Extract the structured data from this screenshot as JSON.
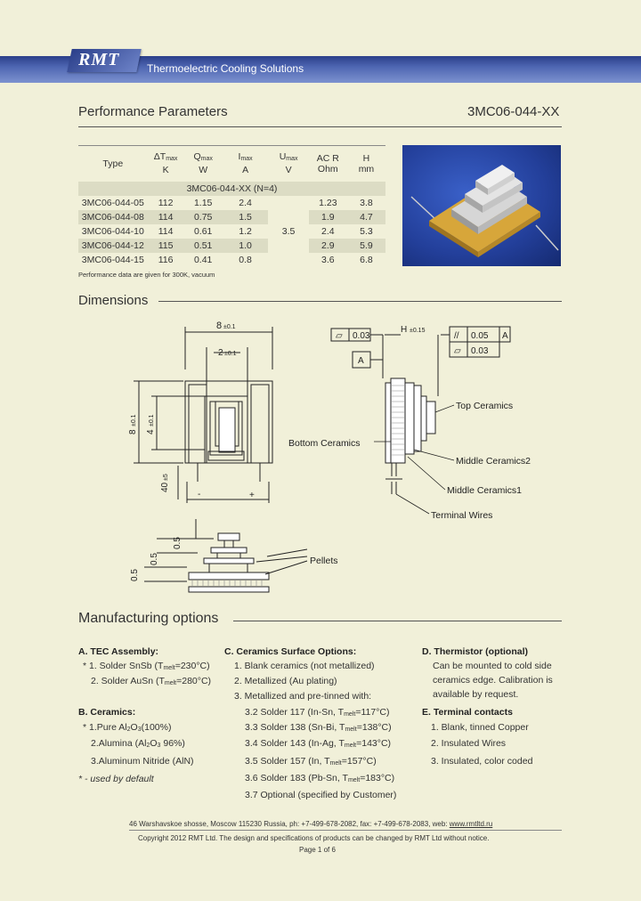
{
  "header": {
    "logo": "RMT",
    "tagline": "Thermoelectric Cooling Solutions"
  },
  "performance": {
    "title": "Performance Parameters",
    "model": "3MC06-044-XX",
    "columns": [
      {
        "top": "Type",
        "bottom": ""
      },
      {
        "top": "ΔT",
        "sub": "max",
        "bottom": "K"
      },
      {
        "top": "Q",
        "sub": "max",
        "bottom": "W"
      },
      {
        "top": "I",
        "sub": "max",
        "bottom": "A"
      },
      {
        "top": "U",
        "sub": "max",
        "bottom": "V"
      },
      {
        "top": "AC R",
        "bottom": "Ohm"
      },
      {
        "top": "H",
        "bottom": "mm"
      }
    ],
    "group_label": "3MC06-044-XX (N=4)",
    "rows": [
      {
        "type": "3MC06-044-05",
        "dt": "112",
        "q": "1.15",
        "i": "2.4",
        "ac": "1.23",
        "h": "3.8"
      },
      {
        "type": "3MC06-044-08",
        "dt": "114",
        "q": "0.75",
        "i": "1.5",
        "ac": "1.9",
        "h": "4.7"
      },
      {
        "type": "3MC06-044-10",
        "dt": "114",
        "q": "0.61",
        "i": "1.2",
        "ac": "2.4",
        "h": "5.3"
      },
      {
        "type": "3MC06-044-12",
        "dt": "115",
        "q": "0.51",
        "i": "1.0",
        "ac": "2.9",
        "h": "5.9"
      },
      {
        "type": "3MC06-044-15",
        "dt": "116",
        "q": "0.41",
        "i": "0.8",
        "ac": "3.6",
        "h": "6.8"
      }
    ],
    "umax": "3.5",
    "note": "Performance data are given for 300K, vacuum"
  },
  "dimensions": {
    "title": "Dimensions",
    "labels": {
      "width_top": "8",
      "width_top_tol": "±0.1",
      "inner_width": "2",
      "inner_width_tol": "±0.1",
      "height_left": "8",
      "height_left_tol": "±0.1",
      "inner_height": "4",
      "inner_height_tol": "±0.1",
      "wire_len": "40",
      "wire_len_tol": "±5",
      "minus": "-",
      "plus": "+",
      "flatness": "0.03",
      "height_h": "H",
      "height_h_tol": "±0.15",
      "parallel": "0.05",
      "datum": "A",
      "flatness2": "0.03",
      "top_ceramics": "Top Ceramics",
      "bottom_ceramics": "Bottom Ceramics",
      "middle_ceramics2": "Middle Ceramics2",
      "middle_ceramics1": "Middle Ceramics1",
      "terminal_wires": "Terminal Wires",
      "pellets": "Pellets",
      "dim_05a": "0.5",
      "dim_05b": "0.5",
      "dim_05c": "0.5"
    }
  },
  "manufacturing": {
    "title": "Manufacturing options",
    "col_a": {
      "head": "A. TEC Assembly:",
      "items": [
        "* 1. Solder SnSb (T",
        "2. Solder AuSn (T"
      ],
      "melt": [
        "melt",
        "melt"
      ],
      "temps": [
        "=230°C)",
        "=280°C)"
      ]
    },
    "col_b": {
      "head": "B. Ceramics:",
      "items": [
        "* 1.Pure Al",
        "2.Alumina (Al",
        "3.Aluminum Nitride (AlN)"
      ],
      "item1_tail": "(100%)",
      "item2_tail": " 96%)",
      "sub": "2",
      "sub3": "3",
      "default_note": "* - used by default"
    },
    "col_c": {
      "head": "C. Ceramics Surface Options:",
      "items": [
        "1. Blank ceramics (not metallized)",
        "2. Metallized (Au plating)",
        "3. Metallized and pre-tinned with:",
        "3.2 Solder 117 (In-Sn, T",
        "3.3 Solder 138 (Sn-Bi, T",
        "3.4 Solder 143 (In-Ag, T",
        "3.5 Solder 157 (In, T",
        "3.6 Solder 183 (Pb-Sn, T",
        "3.7 Optional (specified by Customer)"
      ],
      "melt": "melt",
      "temps": [
        "=117°C)",
        "=138°C)",
        "=143°C)",
        "=157°C)",
        "=183°C)"
      ]
    },
    "col_d": {
      "head": "D. Thermistor (optional)",
      "lines": [
        "Can be mounted to cold side",
        "ceramics edge. Calibration is",
        "available by request."
      ]
    },
    "col_e": {
      "head": "E. Terminal contacts",
      "items": [
        "1. Blank, tinned Copper",
        "2. Insulated Wires",
        "3. Insulated, color coded"
      ]
    }
  },
  "footer": {
    "address": "46 Warshavskoe shosse, Moscow 115230 Russia, ph: +7-499-678-2082, fax: +7-499-678-2083, web: ",
    "web": "www.rmtltd.ru",
    "copyright": "Copyright 2012 RMT Ltd. The design and specifications of products can be changed by RMT Ltd without notice.",
    "page": "Page 1 of 6"
  },
  "colors": {
    "background": "#f1f0d9",
    "header_band": "#3c54a0",
    "shade": "#dcdcc4"
  }
}
